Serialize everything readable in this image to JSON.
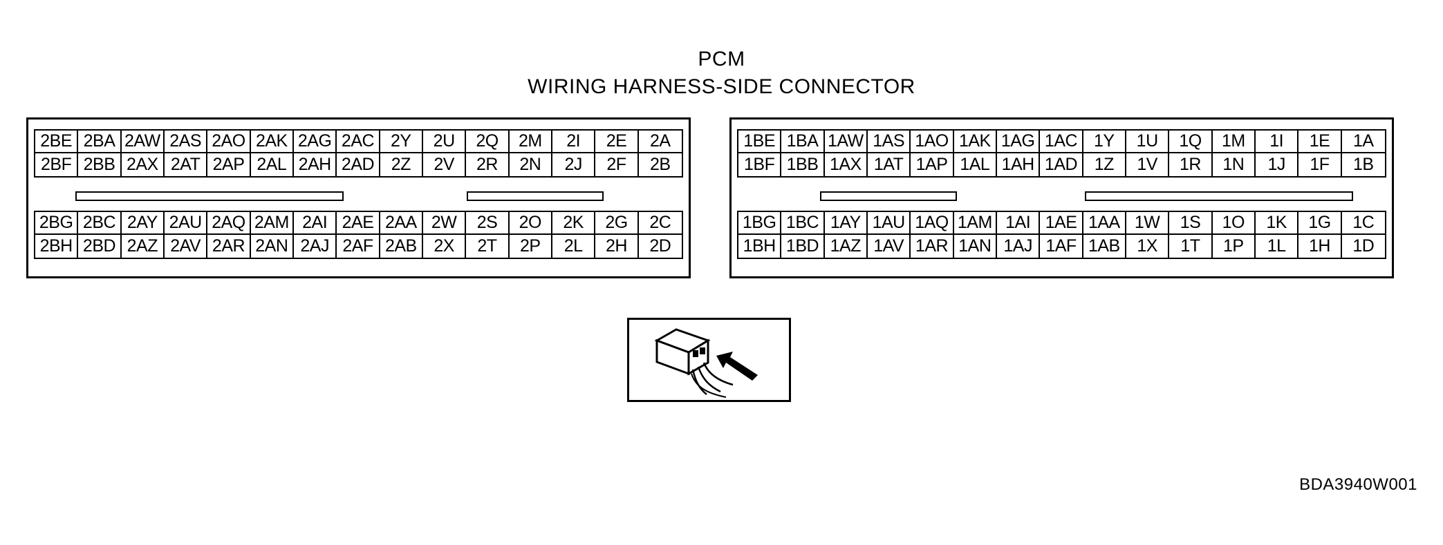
{
  "title_line1": "PCM",
  "title_line2": "WIRING HARNESS-SIDE CONNECTOR",
  "connector_2": {
    "upper": [
      [
        "2BE",
        "2BA",
        "2AW",
        "2AS",
        "2AO",
        "2AK",
        "2AG",
        "2AC",
        "2Y",
        "2U",
        "2Q",
        "2M",
        "2I",
        "2E",
        "2A"
      ],
      [
        "2BF",
        "2BB",
        "2AX",
        "2AT",
        "2AP",
        "2AL",
        "2AH",
        "2AD",
        "2Z",
        "2V",
        "2R",
        "2N",
        "2J",
        "2F",
        "2B"
      ]
    ],
    "lower": [
      [
        "2BG",
        "2BC",
        "2AY",
        "2AU",
        "2AQ",
        "2AM",
        "2AI",
        "2AE",
        "2AA",
        "2W",
        "2S",
        "2O",
        "2K",
        "2G",
        "2C"
      ],
      [
        "2BH",
        "2BD",
        "2AZ",
        "2AV",
        "2AR",
        "2AN",
        "2AJ",
        "2AF",
        "2AB",
        "2X",
        "2T",
        "2P",
        "2L",
        "2H",
        "2D"
      ]
    ]
  },
  "connector_1": {
    "upper": [
      [
        "1BE",
        "1BA",
        "1AW",
        "1AS",
        "1AO",
        "1AK",
        "1AG",
        "1AC",
        "1Y",
        "1U",
        "1Q",
        "1M",
        "1I",
        "1E",
        "1A"
      ],
      [
        "1BF",
        "1BB",
        "1AX",
        "1AT",
        "1AP",
        "1AL",
        "1AH",
        "1AD",
        "1Z",
        "1V",
        "1R",
        "1N",
        "1J",
        "1F",
        "1B"
      ]
    ],
    "lower": [
      [
        "1BG",
        "1BC",
        "1AY",
        "1AU",
        "1AQ",
        "1AM",
        "1AI",
        "1AE",
        "1AA",
        "1W",
        "1S",
        "1O",
        "1K",
        "1G",
        "1C"
      ],
      [
        "1BH",
        "1BD",
        "1AZ",
        "1AV",
        "1AR",
        "1AN",
        "1AJ",
        "1AF",
        "1AB",
        "1X",
        "1T",
        "1P",
        "1L",
        "1H",
        "1D"
      ]
    ]
  },
  "view_icon": "connector-view-arrow-icon",
  "figure_code": "BDA3940W001"
}
